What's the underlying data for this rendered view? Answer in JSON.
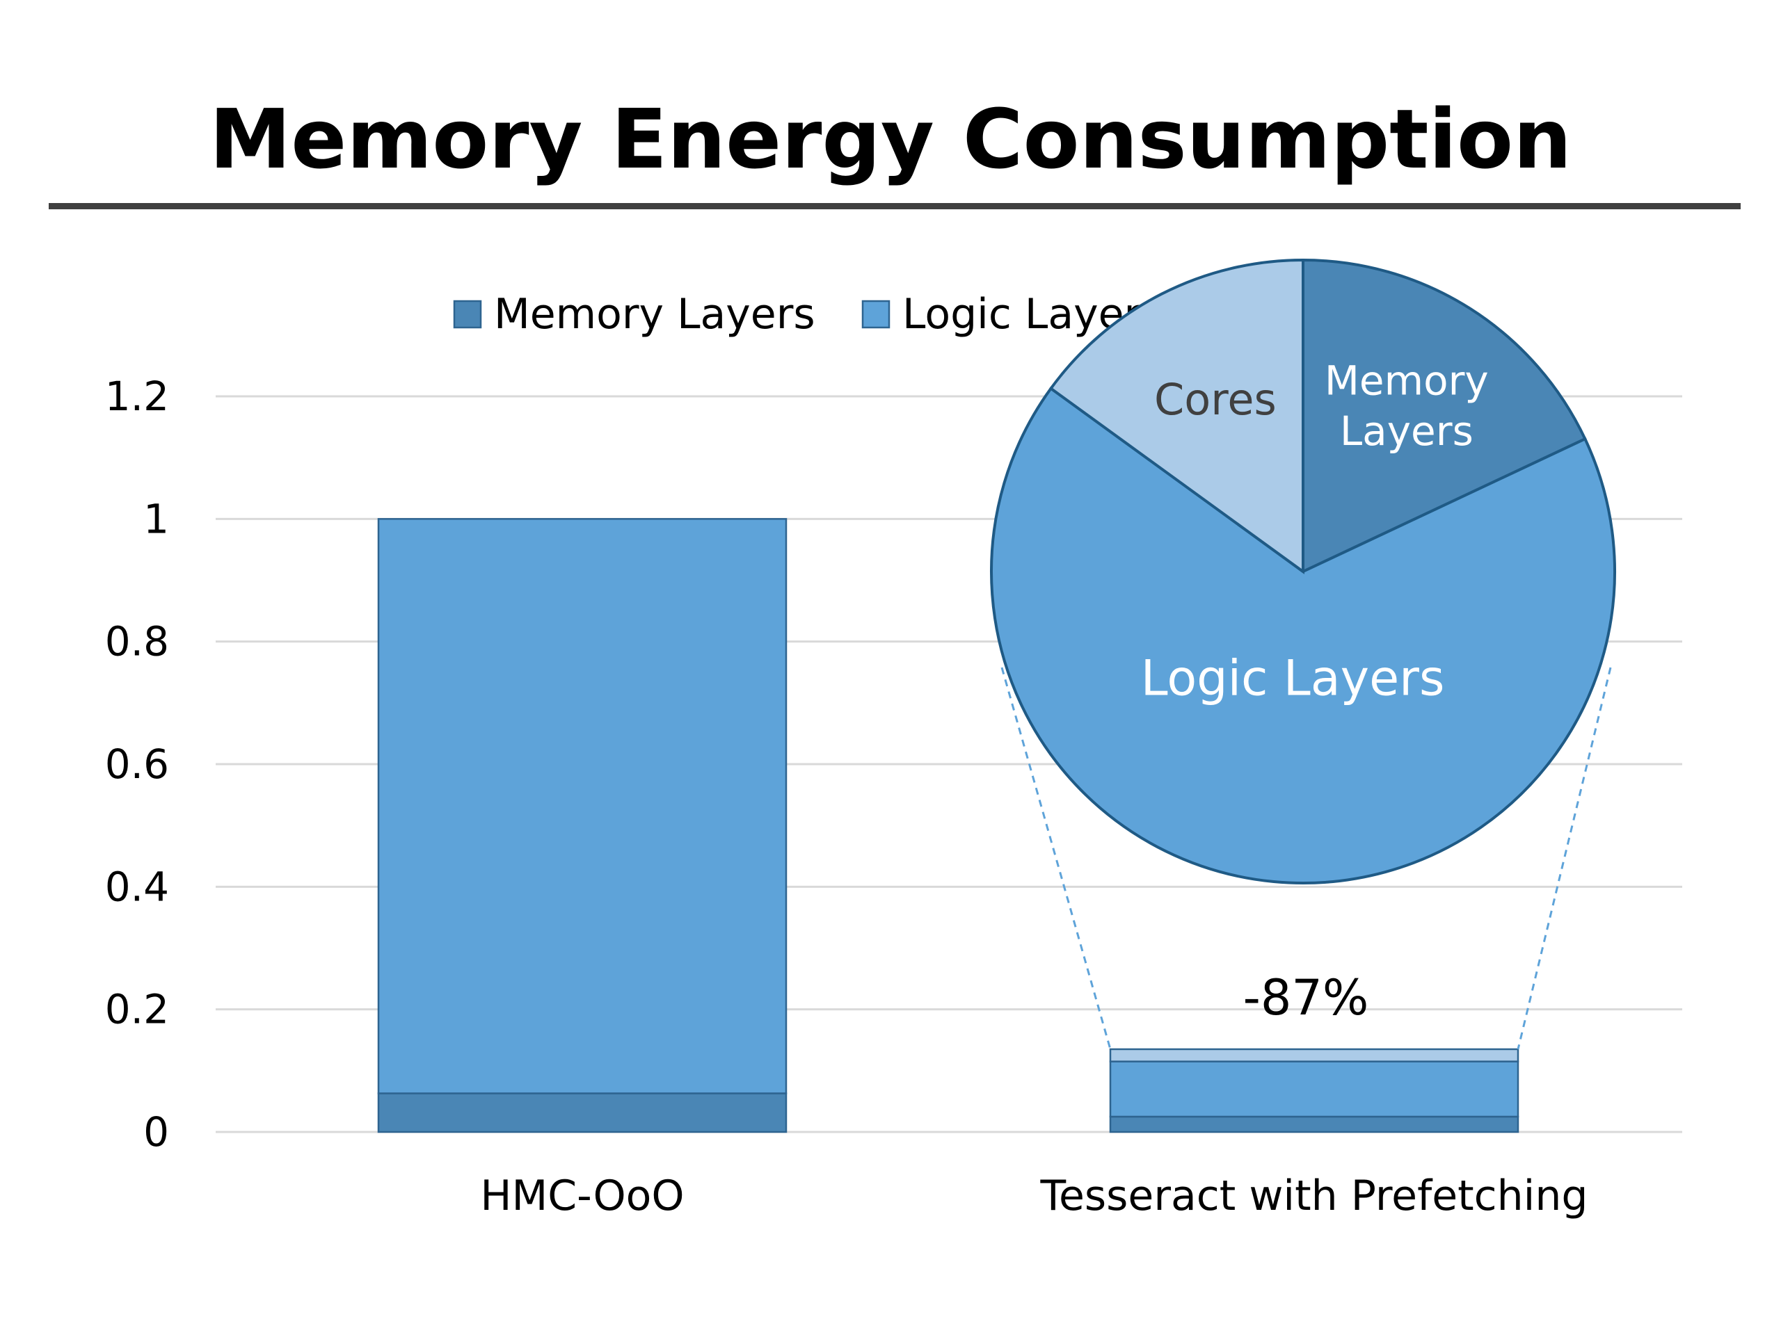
{
  "title": "Memory Energy Consumption",
  "chart_data": {
    "type": "bar",
    "stacked": true,
    "categories": [
      "HMC-OoO",
      "Tesseract with Prefetching"
    ],
    "series": [
      {
        "name": "Memory Layers",
        "color": "#4a86b5",
        "values": [
          0.063,
          0.025
        ]
      },
      {
        "name": "Logic Layers",
        "color": "#5ea3d9",
        "values": [
          0.937,
          0.09
        ]
      },
      {
        "name": "Cores",
        "color": "#abcbe8",
        "values": [
          0.0,
          0.02
        ]
      }
    ],
    "legend": [
      "Memory Layers",
      "Logic Layers"
    ],
    "legend_placement": "top",
    "yticks": [
      "0",
      "0.2",
      "0.4",
      "0.6",
      "0.8",
      "1",
      "1.2"
    ],
    "ylim": [
      0,
      1.2
    ],
    "grid": true,
    "annotation": "-87%",
    "inset_pie": {
      "type": "pie",
      "of_category": "Tesseract with Prefetching",
      "slices": [
        {
          "label": "Memory Layers",
          "value": 0.18,
          "color": "#4a86b5",
          "label_color": "#ffffff"
        },
        {
          "label": "Logic Layers",
          "value": 0.67,
          "color": "#5ea3d9",
          "label_color": "#ffffff"
        },
        {
          "label": "Cores",
          "value": 0.15,
          "color": "#abcbe8",
          "label_color": "#404040"
        }
      ]
    }
  }
}
